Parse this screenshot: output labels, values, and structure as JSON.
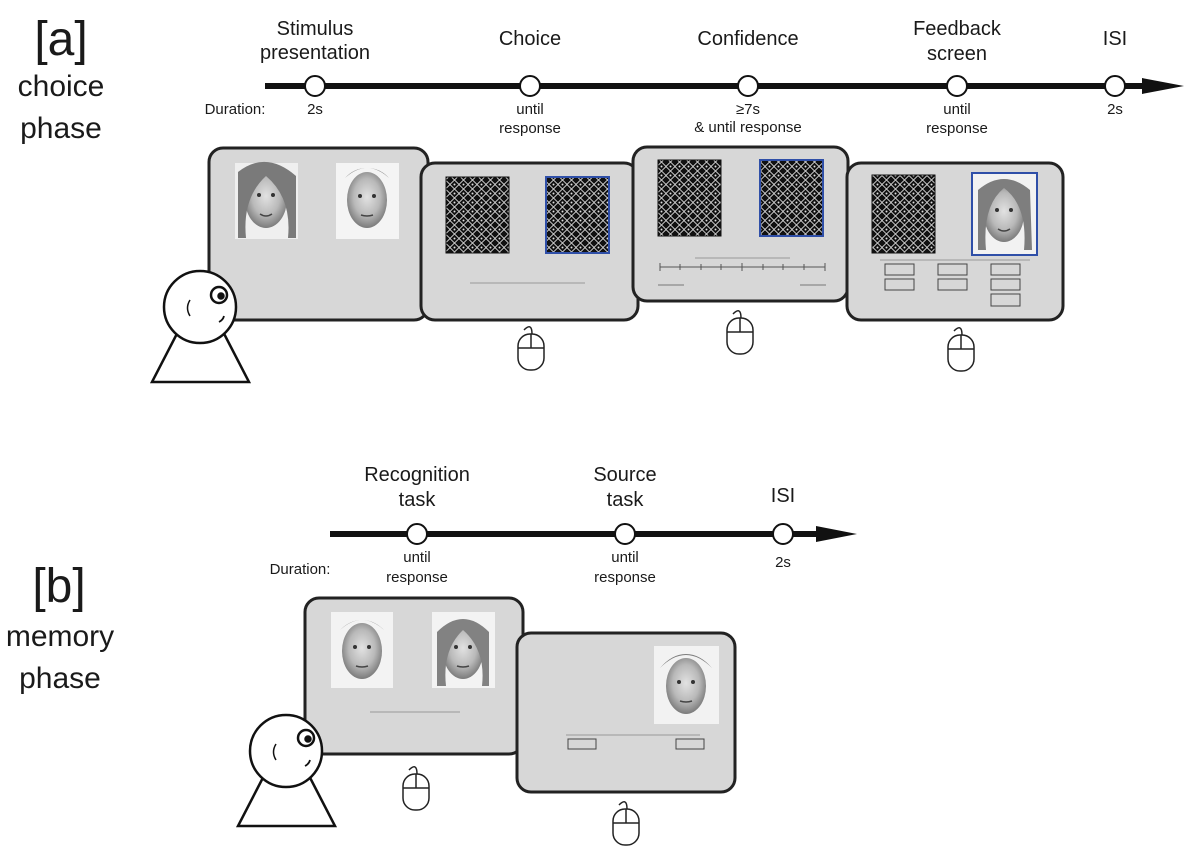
{
  "panel_a": {
    "tag": "[a]",
    "phase_line1": "choice",
    "phase_line2": "phase",
    "duration_label": "Duration:",
    "stages": [
      {
        "label1": "Stimulus",
        "label2": "presentation",
        "dur1": "2s",
        "dur2": ""
      },
      {
        "label1": "Choice",
        "label2": "",
        "dur1": "until",
        "dur2": "response"
      },
      {
        "label1": "Confidence",
        "label2": "",
        "dur1": "≥7s",
        "dur2": "& until response"
      },
      {
        "label1": "Feedback",
        "label2": "screen",
        "dur1": "until",
        "dur2": "response"
      },
      {
        "label1": "ISI",
        "label2": "",
        "dur1": "2s",
        "dur2": ""
      }
    ]
  },
  "panel_b": {
    "tag": "[b]",
    "phase_line1": "memory",
    "phase_line2": "phase",
    "duration_label": "Duration:",
    "stages": [
      {
        "label1": "Recognition",
        "label2": "task",
        "dur1": "until",
        "dur2": "response"
      },
      {
        "label1": "Source",
        "label2": "task",
        "dur1": "until",
        "dur2": "response"
      },
      {
        "label1": "ISI",
        "label2": "",
        "dur1": "2s",
        "dur2": ""
      }
    ]
  },
  "colors": {
    "ink": "#1a1a1a",
    "screen_fill": "#d7d7d7",
    "screen_stroke": "#222222",
    "highlight": "#2f4fa8"
  }
}
